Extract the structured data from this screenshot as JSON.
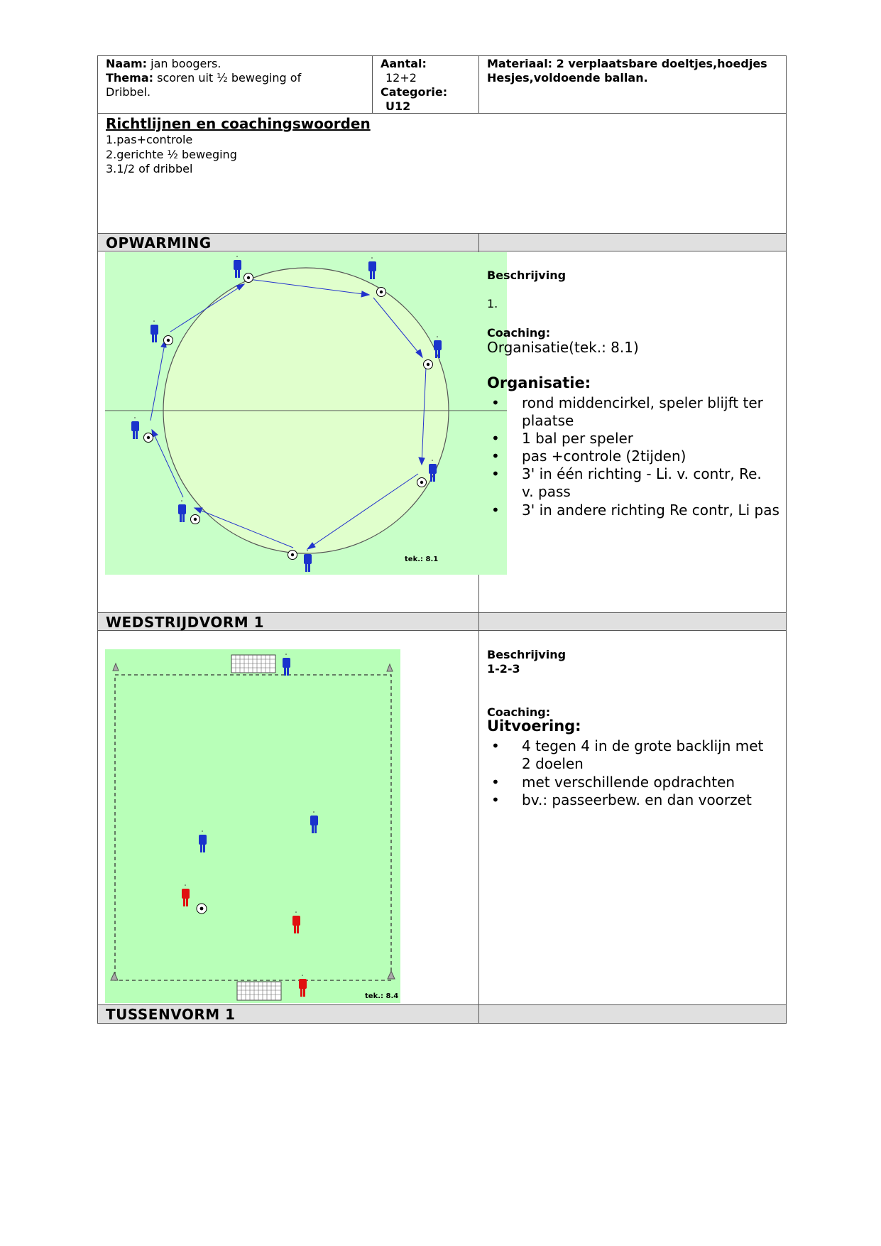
{
  "header": {
    "naam_label": "Naam:",
    "naam_value": "jan boogers.",
    "thema_label": "Thema:",
    "thema_value_line1": "scoren uit ½ beweging of",
    "thema_value_line2": "Dribbel.",
    "aantal_label": "Aantal:",
    "aantal_value": "12+2",
    "categorie_label": "Categorie:",
    "categorie_value": "U12",
    "materiaal_line1": "Materiaal: 2 verplaatsbare doeltjes,hoedjes",
    "materiaal_line2": "Hesjes,voldoende ballan."
  },
  "richtlijnen": {
    "title": "Richtlijnen en coachingswoorden",
    "items": [
      "1.pas+controle",
      "2.gerichte ½ beweging",
      "3.1/2 of dribbel"
    ]
  },
  "opwarming": {
    "heading": "OPWARMING",
    "beschrijving_label": "Beschrijving",
    "beschrijving_value": "1.",
    "coaching_label": "Coaching:",
    "coaching_value": "Organisatie(tek.: 8.1)",
    "organisatie_label": "Organisatie:",
    "bullets": [
      "rond middencirkel, speler blijft ter plaatse",
      "1 bal per speler",
      "pas +controle (2tijden)",
      "3' in één richting - Li. v. contr, Re. v. pass",
      "3' in andere richting  Re contr, Li pas"
    ],
    "diagram_label": "tek.: 8.1"
  },
  "wedstrijdvorm": {
    "heading": "WEDSTRIJDVORM 1",
    "beschrijving_label": "Beschrijving",
    "beschrijving_value": "1-2-3",
    "coaching_label": "Coaching:",
    "uitvoering_label": "Uitvoering:",
    "bullets": [
      "4 tegen 4 in de grote backlijn met  2 doelen",
      "met verschillende opdrachten",
      "bv.: passeerbew. en dan voorzet"
    ],
    "diagram_label": "tek.: 8.4"
  },
  "tussenvorm": {
    "heading": "TUSSENVORM 1"
  },
  "colors": {
    "field_light": "#c8ffc8",
    "field_inner": "#e0ffcc",
    "blue_player": "#1a33cc",
    "red_player": "#e01010",
    "header_gray": "#e0e0e0"
  }
}
